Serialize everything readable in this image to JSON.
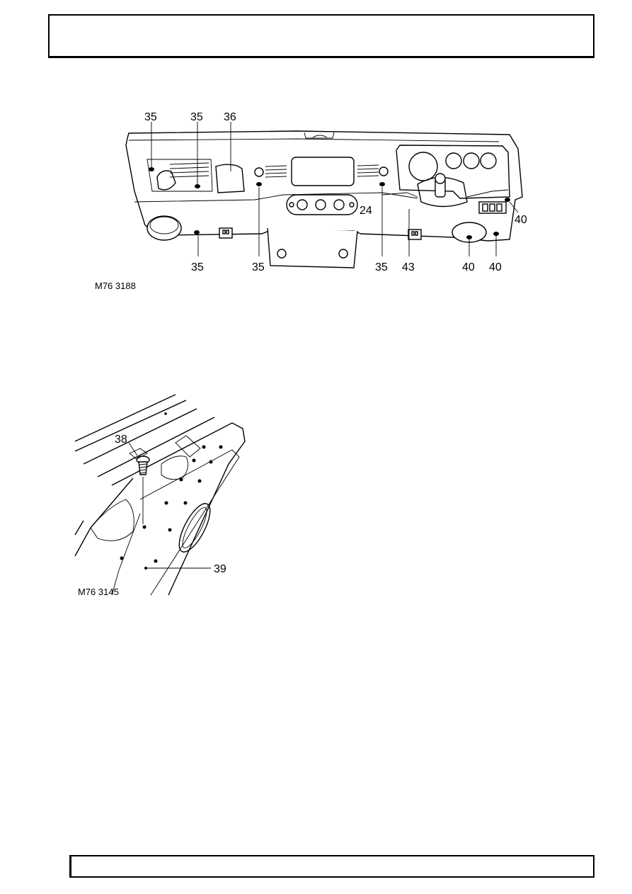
{
  "figures": [
    {
      "reference": "M76 3188",
      "callouts": {
        "top_35_a": "35",
        "top_35_b": "35",
        "top_36": "36",
        "mid_24": "24",
        "right_40": "40",
        "bottom_35_a": "35",
        "bottom_35_b": "35",
        "bottom_35_c": "35",
        "bottom_43": "43",
        "bottom_40_a": "40",
        "bottom_40_b": "40"
      }
    },
    {
      "reference": "M76 3145",
      "callouts": {
        "label_38": "38",
        "label_39": "39"
      }
    }
  ]
}
